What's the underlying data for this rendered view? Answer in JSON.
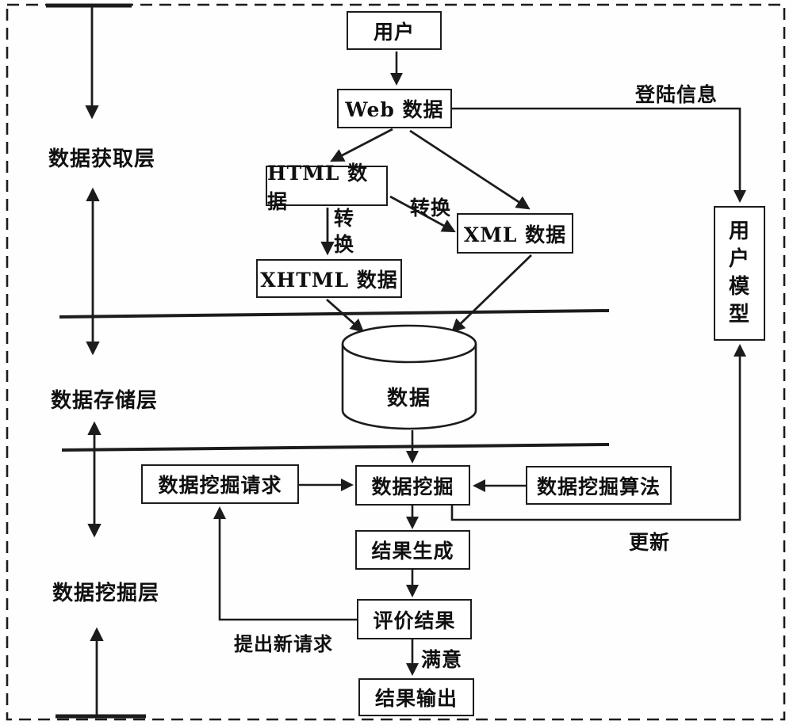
{
  "diagram": {
    "nodes": {
      "user": {
        "label": "用户"
      },
      "web_data": {
        "label": "Web 数据"
      },
      "html_data": {
        "label": "HTML 数据"
      },
      "xml_data": {
        "label": "XML 数据"
      },
      "xhtml_data": {
        "label": "XHTML 数据"
      },
      "database": {
        "label": "数据"
      },
      "mining_request": {
        "label": "数据挖掘请求"
      },
      "data_mining": {
        "label": "数据挖掘"
      },
      "mining_algorithm": {
        "label": "数据挖掘算法"
      },
      "result_generation": {
        "label": "结果生成"
      },
      "result_evaluation": {
        "label": "评价结果"
      },
      "result_output": {
        "label": "结果输出"
      },
      "user_model": {
        "label": "用户模型"
      }
    },
    "edge_labels": {
      "login_info": "登陆信息",
      "convert_vertical": "转换",
      "convert_diagonal": "转换",
      "update": "更新",
      "new_request": "提出新请求",
      "satisfied": "满意"
    },
    "layer_labels": {
      "acquisition": "数据获取层",
      "storage": "数据存储层",
      "mining": "数据挖掘层"
    },
    "colors": {
      "stroke": "#1c1c1c",
      "background": "#ffffff"
    }
  }
}
